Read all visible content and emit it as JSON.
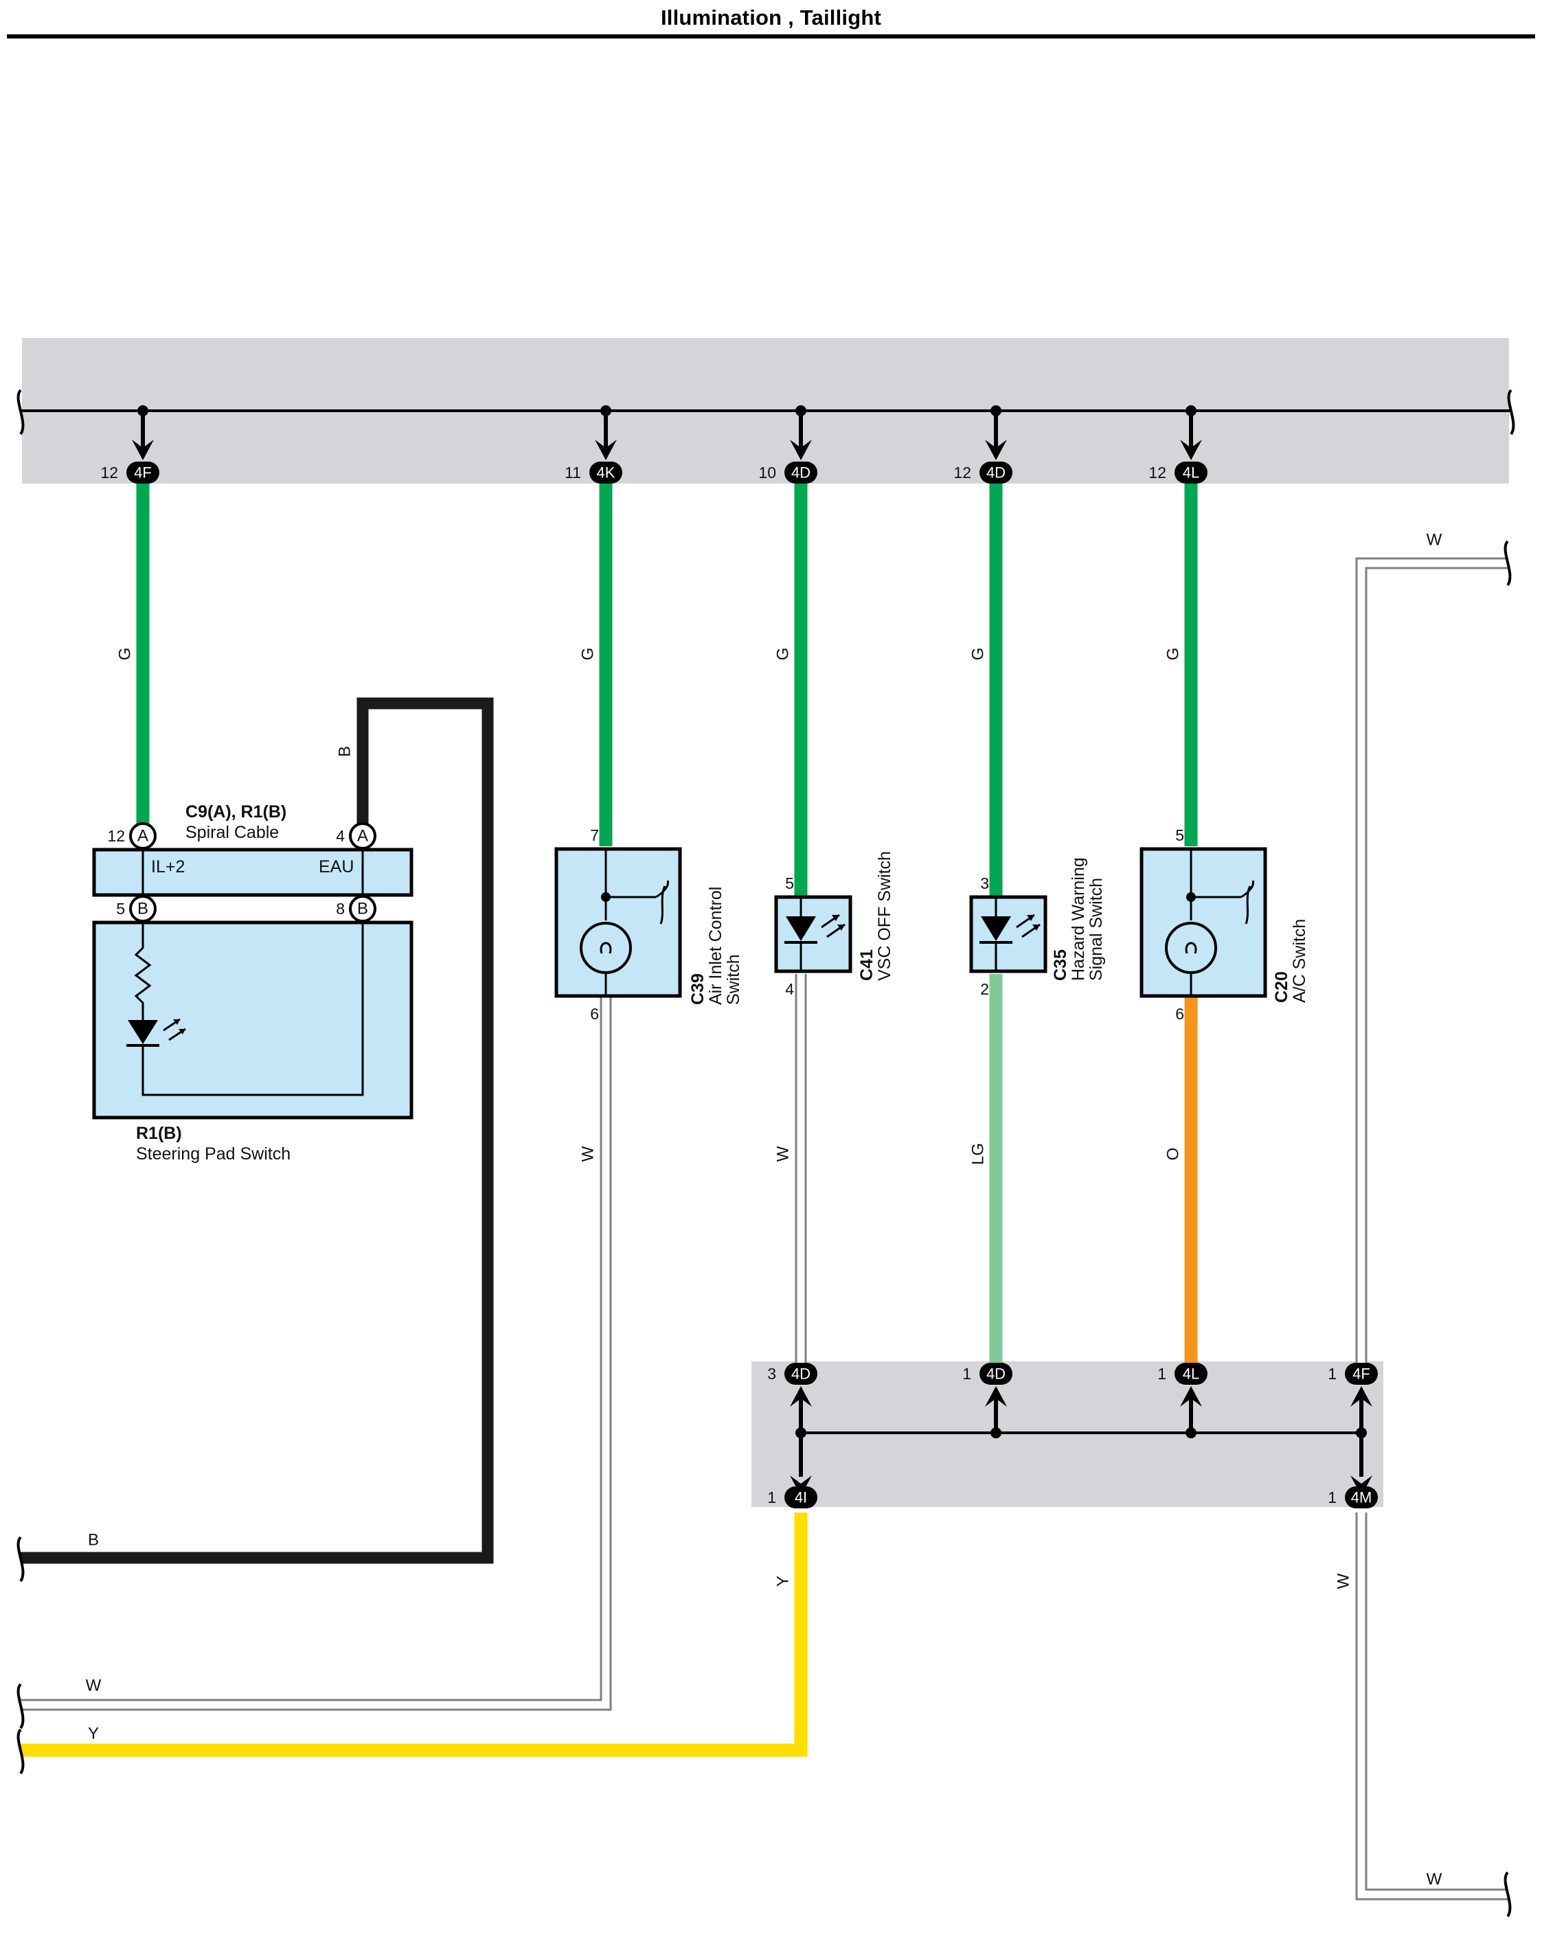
{
  "title": "Illumination , Taillight",
  "colors": {
    "green": "#00a651",
    "light_green": "#80c99b",
    "orange": "#f7941d",
    "yellow": "#ffde00",
    "black": "#1a1a1a",
    "white_wire_outline": "#808080",
    "component_fill": "#c5e6f6",
    "splice_fill": "#d4d5d8"
  },
  "top_connectors": [
    {
      "pin": "12",
      "code": "4F"
    },
    {
      "pin": "11",
      "code": "4K"
    },
    {
      "pin": "10",
      "code": "4D"
    },
    {
      "pin": "12",
      "code": "4D"
    },
    {
      "pin": "12",
      "code": "4L"
    }
  ],
  "bottom_connectors": [
    {
      "pin": "3",
      "code": "4D"
    },
    {
      "pin": "1",
      "code": "4D"
    },
    {
      "pin": "1",
      "code": "4L"
    },
    {
      "pin": "1",
      "code": "4F"
    },
    {
      "pin": "1",
      "code": "4I"
    },
    {
      "pin": "1",
      "code": "4M"
    }
  ],
  "wire_colors": {
    "col1_top": "G",
    "col2_top": "G",
    "col3_top": "G",
    "col4_top": "G",
    "col5_top": "G",
    "spiral_ground": "B",
    "col2_bottom": "W",
    "col3_bottom": "W",
    "col4_bottom": "LG",
    "col5_bottom": "O",
    "yellow_down": "Y",
    "right_bottom": "W",
    "right_top_out": "W",
    "right_bottom_out": "W",
    "left_b_out": "B",
    "left_w_out": "W",
    "left_y_out": "Y"
  },
  "spiral_cable": {
    "id": "C9(A), R1(B)",
    "name": "Spiral Cable",
    "pin_a_left": "12",
    "pin_a_right": "4",
    "conn_a": "A",
    "pin_b_left": "5",
    "pin_b_right": "8",
    "conn_b": "B",
    "terminal_left": "IL+2",
    "terminal_right": "EAU"
  },
  "steering_pad": {
    "id": "R1(B)",
    "name": "Steering Pad Switch"
  },
  "components": [
    {
      "id": "C39",
      "name_line1": "Air Inlet Control",
      "name_line2": "Switch",
      "pin_in": "7",
      "pin_out": "6"
    },
    {
      "id": "C41",
      "name_line1": "VSC OFF Switch",
      "name_line2": "",
      "pin_in": "5",
      "pin_out": "4"
    },
    {
      "id": "C35",
      "name_line1": "Hazard Warning",
      "name_line2": "Signal Switch",
      "pin_in": "3",
      "pin_out": "2"
    },
    {
      "id": "C20",
      "name_line1": "A/C Switch",
      "name_line2": "",
      "pin_in": "5",
      "pin_out": "6"
    }
  ]
}
